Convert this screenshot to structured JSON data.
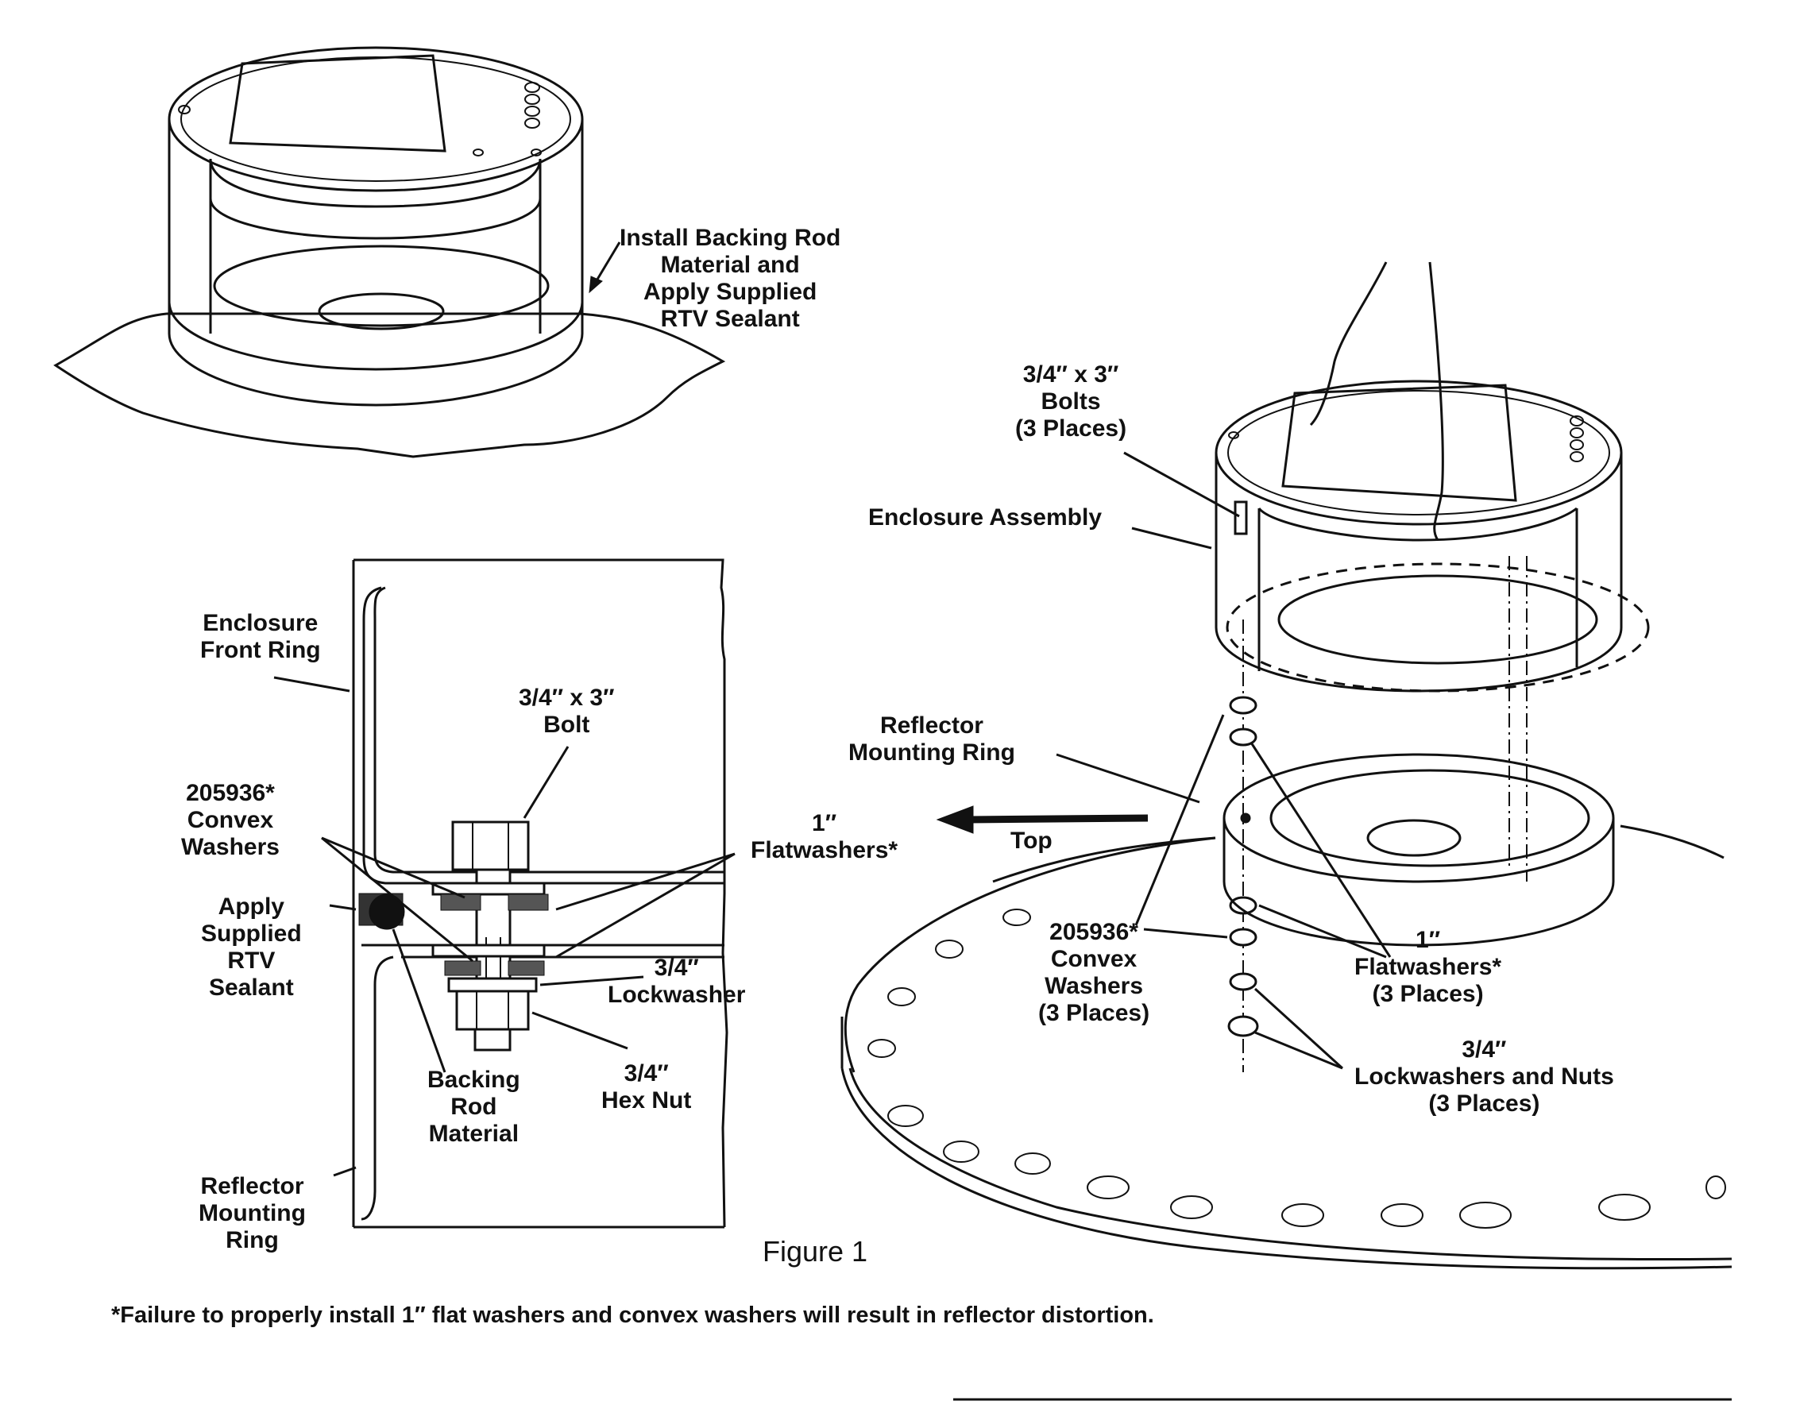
{
  "figure": {
    "caption": "Figure 1",
    "footnote": "*Failure to properly install 1″ flat washers and convex washers will result in reflector distortion."
  },
  "top_view": {
    "callout": [
      "Install Backing Rod",
      "Material and",
      "Apply Supplied",
      "RTV Sealant"
    ]
  },
  "section_view": {
    "enclosure_front_ring": [
      "Enclosure",
      "Front Ring"
    ],
    "bolt": [
      "3/4″ x 3″",
      "Bolt"
    ],
    "convex_washers": [
      "205936*",
      "Convex",
      "Washers"
    ],
    "flatwashers": [
      "1″",
      "Flatwashers*"
    ],
    "apply_sealant": [
      "Apply",
      "Supplied",
      "RTV",
      "Sealant"
    ],
    "lockwasher": [
      "3/4″",
      "Lockwasher"
    ],
    "hex_nut": [
      "3/4″",
      "Hex Nut"
    ],
    "backing_rod": [
      "Backing",
      "Rod",
      "Material"
    ],
    "reflector_ring": [
      "Reflector",
      "Mounting",
      "Ring"
    ]
  },
  "exploded_view": {
    "bolts": [
      "3/4″ x 3″",
      "Bolts",
      "(3 Places)"
    ],
    "enclosure_assembly": "Enclosure Assembly",
    "reflector_ring": [
      "Reflector",
      "Mounting Ring"
    ],
    "top": "Top",
    "convex_washers": [
      "205936*",
      "Convex",
      "Washers",
      "(3 Places)"
    ],
    "flatwashers": [
      "1″",
      "Flatwashers*",
      "(3 Places)"
    ],
    "lockwashers_nuts": [
      "3/4″",
      "Lockwashers and Nuts",
      "(3 Places)"
    ]
  }
}
